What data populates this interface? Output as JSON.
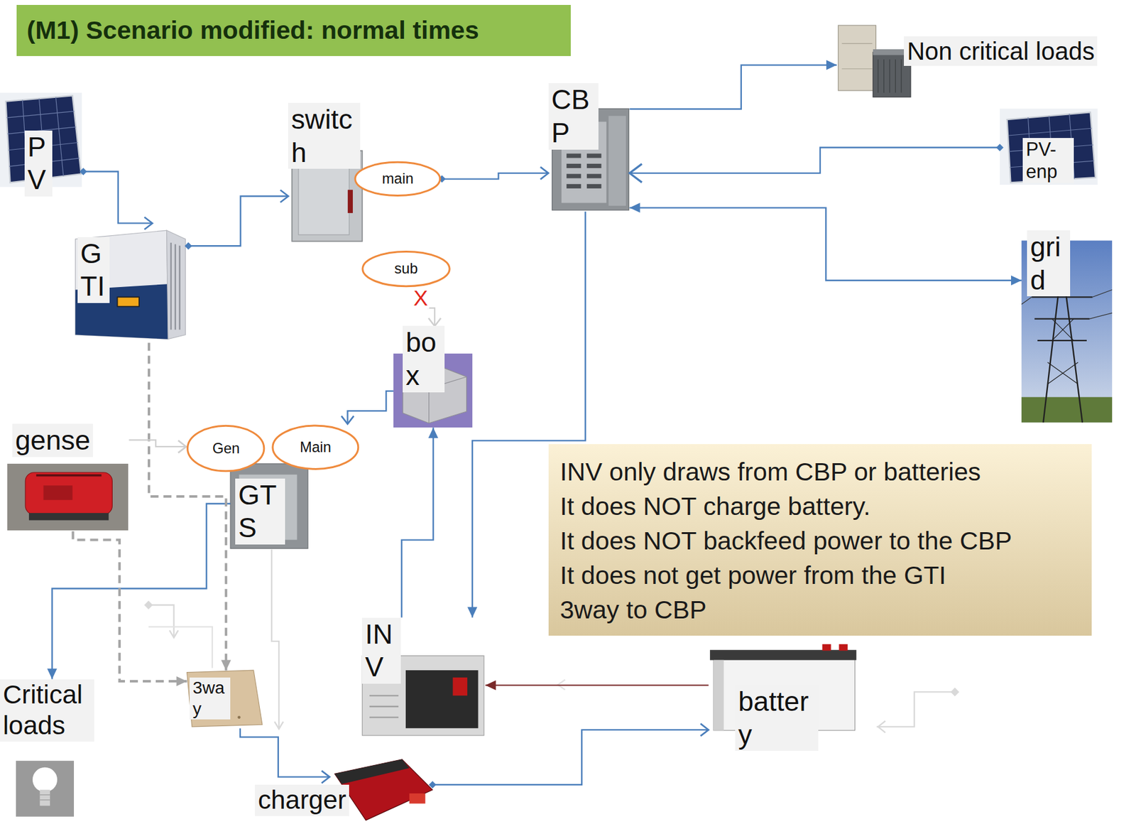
{
  "diagram": {
    "title": "(M1) Scenario modified: normal times",
    "nodes": [
      {
        "text": [
          "PV"
        ]
      },
      {
        "text": [
          "GTI"
        ]
      },
      {
        "text": [
          "switch"
        ]
      },
      {
        "text": [
          "main"
        ]
      },
      {
        "text": [
          "CBP"
        ]
      },
      {
        "text": [
          "Non critical loads"
        ]
      },
      {
        "text": [
          "PV-enp"
        ]
      },
      {
        "text": [
          "grid"
        ]
      },
      {
        "text": [
          "sub"
        ]
      },
      {
        "text": [
          "box"
        ]
      },
      {
        "text": [
          "gense"
        ]
      },
      {
        "text": [
          "Gen"
        ]
      },
      {
        "text": [
          "Main"
        ]
      },
      {
        "text": [
          "GTS"
        ]
      },
      {
        "text": [
          "INV only draws from CBP or batteries",
          "It does NOT charge battery.",
          "It does NOT backfeed power to the CBP",
          "It does not get power from the GTI",
          "3way to CBP"
        ]
      },
      {
        "text": [
          "INV"
        ]
      },
      {
        "text": [
          "battery"
        ]
      },
      {
        "text": [
          "Critical loads"
        ]
      },
      {
        "text": [
          "3way"
        ]
      },
      {
        "text": [
          "charger"
        ]
      }
    ],
    "edges": [
      {
        "from": 0,
        "to": 1,
        "arrow": "to"
      },
      {
        "from": 1,
        "to": 2,
        "arrow": "to"
      },
      {
        "from": 3,
        "to": 4,
        "arrow": "to"
      },
      {
        "from": 4,
        "to": 5,
        "arrow": "to"
      },
      {
        "from": 6,
        "to": 4,
        "arrow": "to"
      },
      {
        "from": 4,
        "to": 7,
        "arrow": "both"
      },
      {
        "from": 4,
        "to": 15,
        "arrow": "to"
      },
      {
        "from": 15,
        "to": 9,
        "arrow": "to"
      },
      {
        "from": 9,
        "to": 12,
        "arrow": "to"
      },
      {
        "from": 13,
        "to": 17,
        "arrow": "to"
      },
      {
        "from": 18,
        "to": 19,
        "arrow": "to"
      },
      {
        "from": 19,
        "to": 16,
        "arrow": "to"
      },
      {
        "from": 16,
        "to": 15,
        "arrow": "to"
      },
      {
        "from": 8,
        "to": 9,
        "arrow": "to"
      },
      {
        "from": 1,
        "to": 18,
        "arrow": "to"
      },
      {
        "from": 10,
        "to": 18,
        "arrow": "to"
      },
      {
        "from": 10,
        "to": 11,
        "arrow": "to"
      }
    ],
    "labels": [
      "X"
    ]
  }
}
